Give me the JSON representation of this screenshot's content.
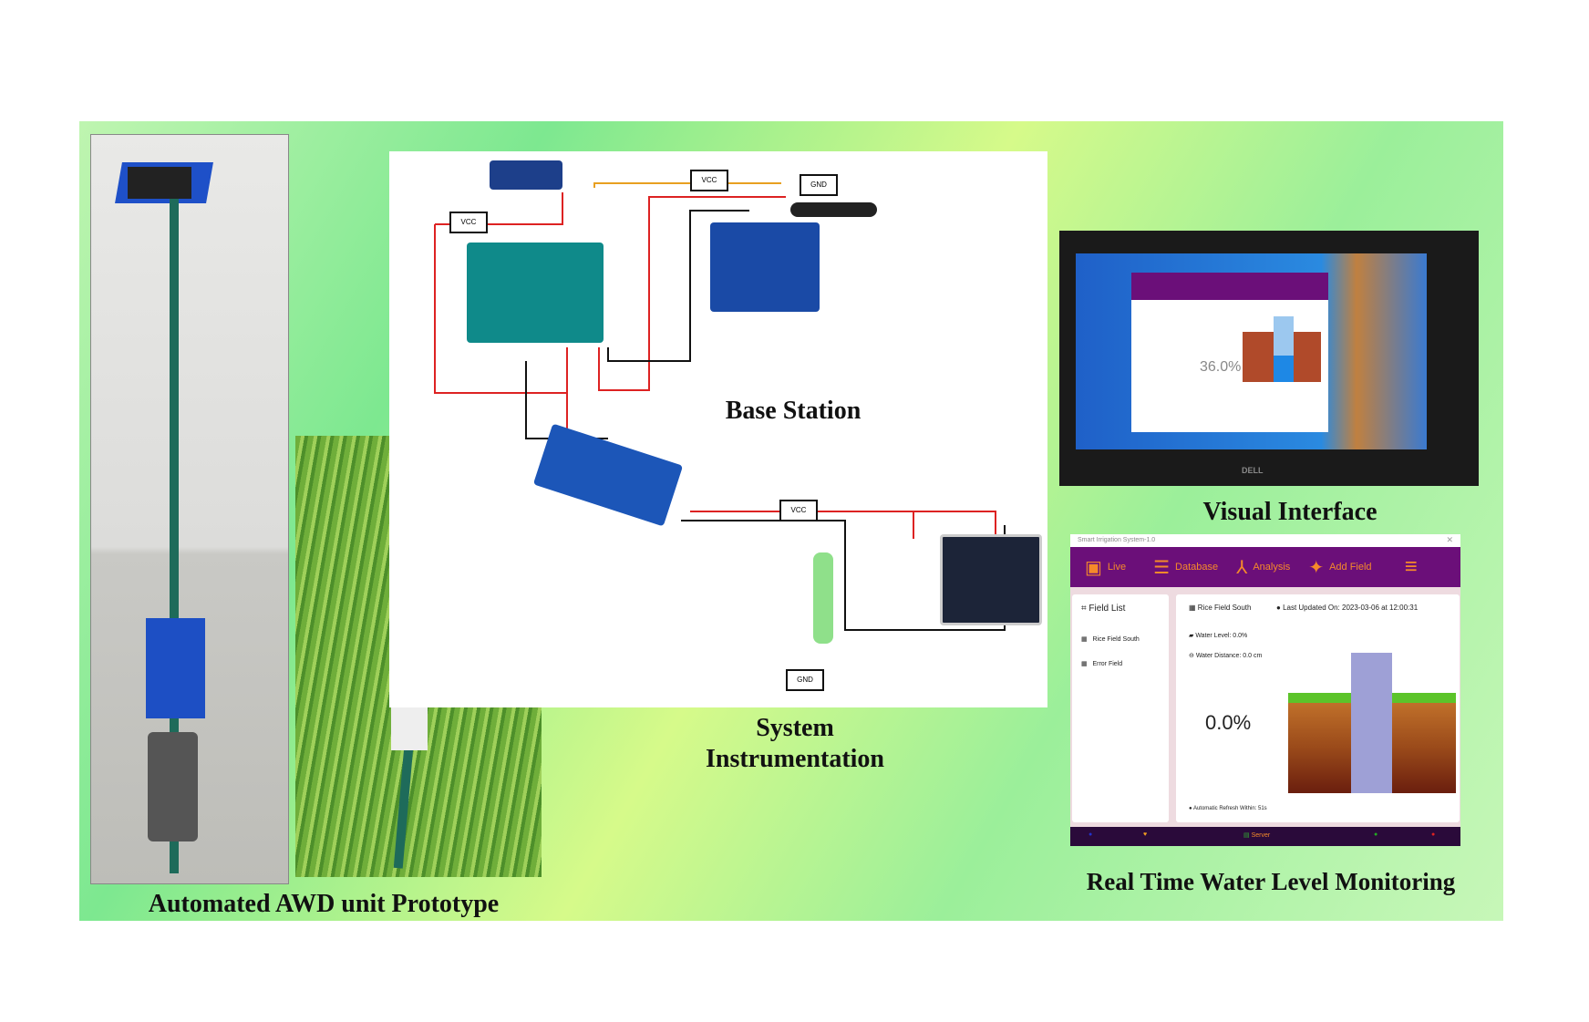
{
  "captions": {
    "prototype": "Automated AWD unit Prototype",
    "base_station": "Base Station",
    "system_instrumentation_1": "System",
    "system_instrumentation_2": "Instrumentation",
    "visual_interface": "Visual Interface",
    "monitoring": "Real Time Water Level Monitoring"
  },
  "schematic": {
    "labels": [
      "VCC",
      "VCC",
      "GND",
      "VCC",
      "GND"
    ]
  },
  "laptop": {
    "percent": "36.0%",
    "brand": "DELL"
  },
  "app": {
    "title": "Smart Irrigation System-1.0",
    "nav": [
      {
        "label": "Live",
        "icon": "monitor-eye-icon"
      },
      {
        "label": "Database",
        "icon": "database-icon"
      },
      {
        "label": "Analysis",
        "icon": "tree-icon"
      },
      {
        "label": "Add Field",
        "icon": "sparkle-icon"
      }
    ],
    "field_list_title": "Field List",
    "fields": [
      "Rice Field South",
      "Error Field"
    ],
    "selected_field": "Rice Field South",
    "last_updated": "Last Updated On: 2023-03-06 at 12:00:31",
    "water_level": "Water Level: 0.0%",
    "water_distance": "Water Distance: 0.0 cm",
    "percent": "0.0%",
    "water_level_value": 0.0,
    "refresh": "Automatic Refresh Within: 51s",
    "server": "Server",
    "colors": {
      "header": "#6b0f79",
      "accent": "#f58a2a",
      "bar": "#9ea0d6",
      "footer": "#2a0a3a"
    }
  }
}
